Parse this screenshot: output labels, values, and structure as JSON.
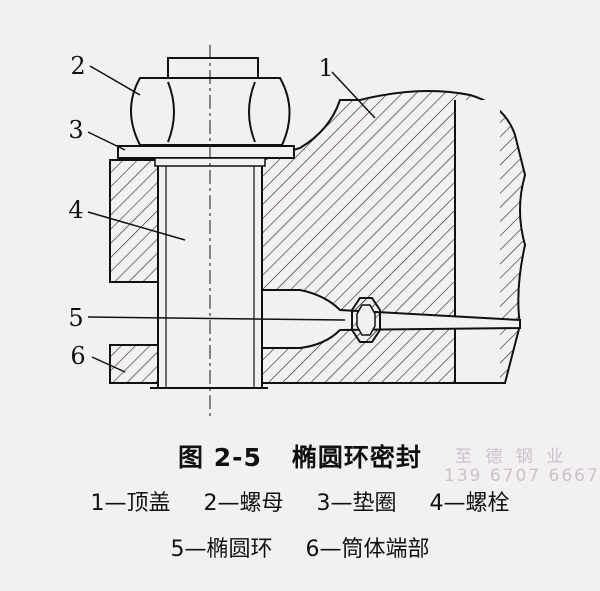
{
  "figure": {
    "number": "图 2-5",
    "title": "椭圆环密封"
  },
  "callouts": [
    "1",
    "2",
    "3",
    "4",
    "5",
    "6"
  ],
  "legend": {
    "row1": [
      "1—顶盖",
      "2—螺母",
      "3—垫圈",
      "4—螺栓"
    ],
    "row2": [
      "5—椭圆环",
      "6—筒体端部"
    ]
  },
  "watermark": {
    "name": "至 德 钢 业",
    "phone": "139 6707 6667"
  },
  "colors": {
    "background": "#f3f0f1",
    "ink": "#111111",
    "watermark": "#c9c2cc"
  }
}
